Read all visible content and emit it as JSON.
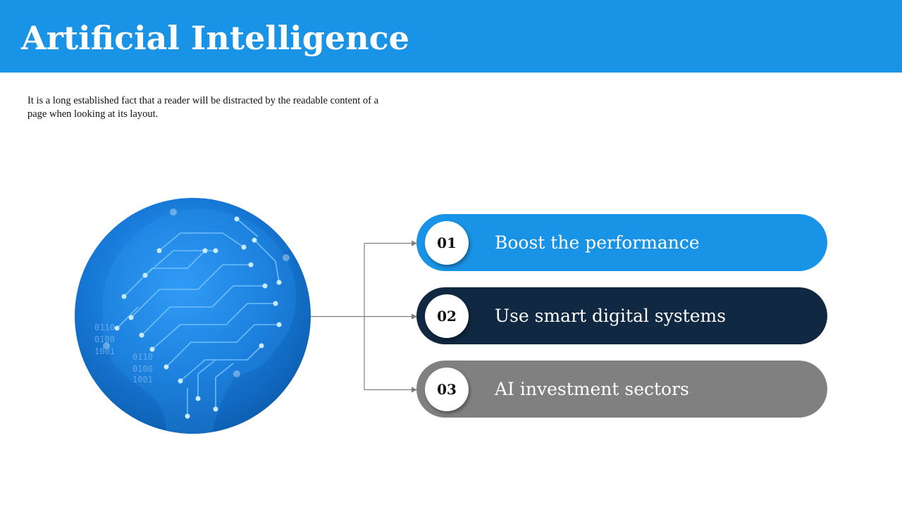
{
  "title": "Artificial Intelligence",
  "intro_text": "It is a long established fact that a reader will be distracted by the readable content of a page when looking at its layout.",
  "image": {
    "icon": "circuit-brain-globe",
    "binary_text": [
      "0110",
      "0100",
      "1001"
    ]
  },
  "colors": {
    "header": "#1993e5",
    "item_1": "#1993e5",
    "item_2": "#102842",
    "item_3": "#808080",
    "connector": "#7f7f7f"
  },
  "items": [
    {
      "number": "01",
      "label": "Boost the performance"
    },
    {
      "number": "02",
      "label": "Use smart digital systems"
    },
    {
      "number": "03",
      "label": "AI investment sectors"
    }
  ]
}
